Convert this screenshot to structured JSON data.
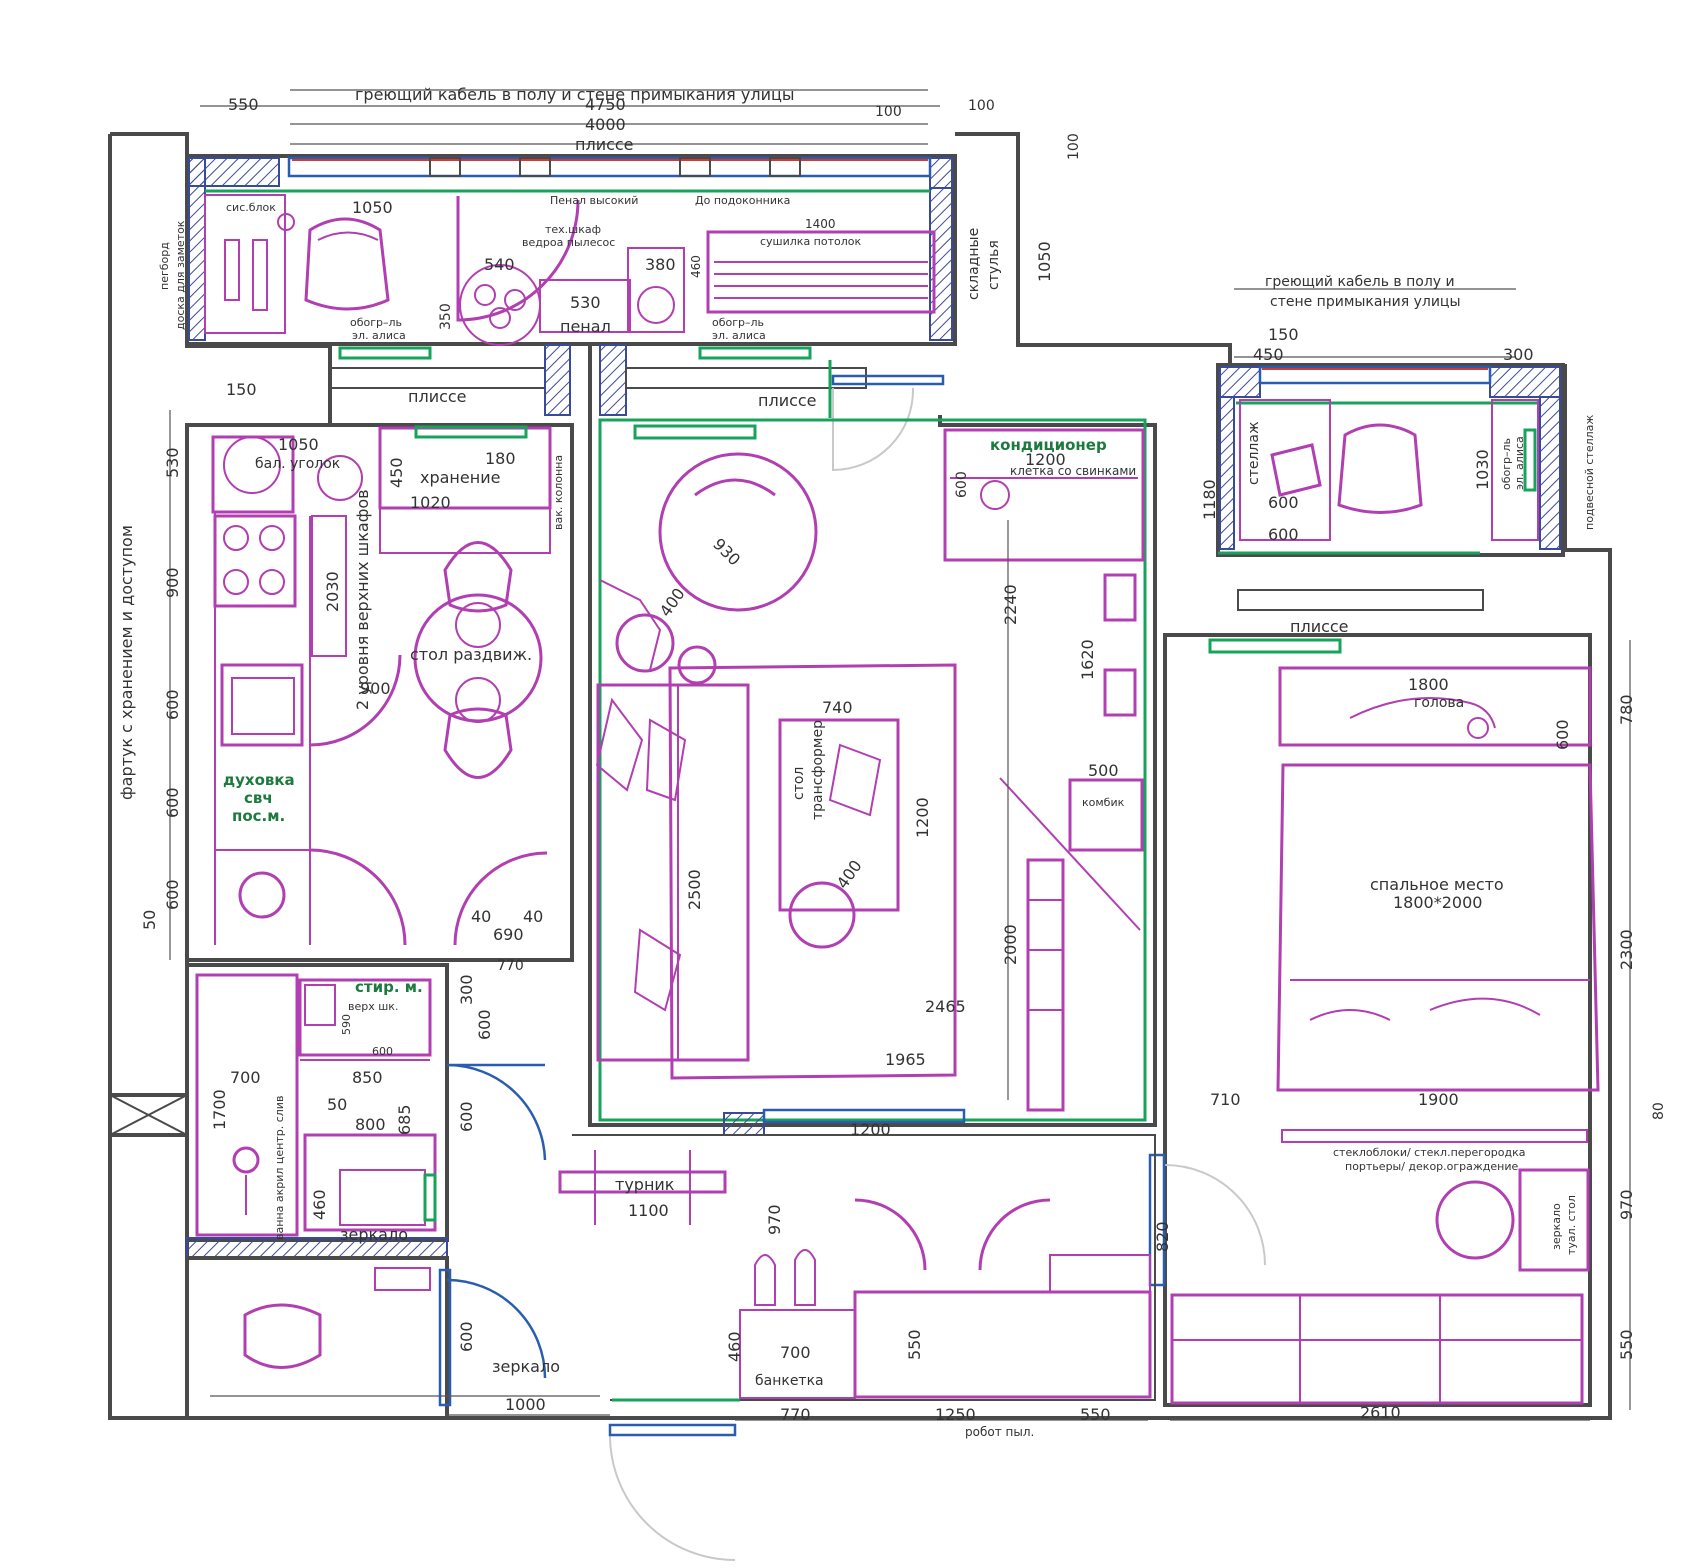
{
  "labels": {
    "heating_cable_top": "греющий кабель в полу и  стене примыкания улицы",
    "heating_cable_right_1": "греющий кабель в полу и",
    "heating_cable_right_2": "стене примыкания улицы",
    "plisse": "плиссе",
    "sis_blok": "сис.блок",
    "pegboard_1": "пегборд",
    "pegboard_2": "доска для заметок",
    "penal_high": "Пенал высокий",
    "to_sill": "До подоконника",
    "tech_cabinet_1": "тех.шкаф",
    "tech_cabinet_2": "ведроа пылесос",
    "dryer_ceiling": "сушилка потолок",
    "penal": "пенал",
    "heater_1": "обогр–ль",
    "heater_2": "эл. алиса",
    "folding_chairs_1": "складные",
    "folding_chairs_2": "стулья",
    "balcony_bag": "бал. уголок",
    "storage": "хранение",
    "vac_column": "вак. колонна",
    "two_levels": "2 уровня верхних шкафов",
    "table_slide": "стол раздвиж.",
    "oven_1": "духовка",
    "oven_2": "свч",
    "oven_3": "пос.м.",
    "soffit": "фартук с хранением и доступом",
    "air_conditioner": "кондиционер",
    "cage": "клетка со свинками",
    "table_transformer_1": "стол",
    "table_transformer_2": "трансформер",
    "combi": "комбик",
    "shelving": "стеллаж",
    "hanging_shelf": "подвесной стеллаж",
    "sleeping_place_1": "спальное место",
    "sleeping_place_2": "1800*2000",
    "head": "голова",
    "glass_blocks_1": "стеклоблоки/ стекл.перегородка",
    "glass_blocks_2": "портьеры/ декор.ограждение",
    "mirror_table_1": "зеркало",
    "mirror_table_2": "туал. стол",
    "washer": "стир. м.",
    "upper_cabinet": "верх шк.",
    "bath": "ванна акрил центр. слив",
    "mirror": "зеркало",
    "pullup_bar": "турник",
    "bench": "банкетка",
    "robot_vacuum": "робот пыл."
  },
  "dims": {
    "d550": "550",
    "d4750": "4750",
    "d4000": "4000",
    "d100a": "100",
    "d100b": "100",
    "d100c": "100",
    "d1050a": "1050",
    "d540": "540",
    "d530": "530",
    "d380": "380",
    "d460a": "460",
    "d1400": "1400",
    "d350": "350",
    "d1050b": "1050",
    "d150a": "150",
    "d1050c": "1050",
    "d180": "180",
    "d450": "450",
    "d1020": "1020",
    "d530b": "530",
    "d900a": "900",
    "d600a": "600",
    "d600b": "600",
    "d600c": "600",
    "d50": "50",
    "d2030": "2030",
    "d900b": "900",
    "d40a": "40",
    "d40b": "40",
    "d690": "690",
    "d770a": "770",
    "d930": "930",
    "d400a": "400",
    "d740": "740",
    "d1200a": "1200",
    "d400b": "400",
    "d2500": "2500",
    "d2465": "2465",
    "d1965": "1965",
    "d1200b": "1200",
    "d2240": "2240",
    "d1620": "1620",
    "d500": "500",
    "d2000": "2000",
    "d1200c": "1200",
    "d600d": "600",
    "d150b": "150",
    "d450b": "450",
    "d300": "300",
    "d1180": "1180",
    "d600e": "600",
    "d600f": "600",
    "d1030": "1030",
    "d1800": "1800",
    "d600g": "600",
    "d780": "780",
    "d2300": "2300",
    "d80": "80",
    "d710": "710",
    "d1900": "1900",
    "d970a": "970",
    "d550b": "550",
    "d2610": "2610",
    "d300b": "300",
    "d600h": "600",
    "d590": "590",
    "d600i": "600",
    "d700a": "700",
    "d1700": "1700",
    "d850": "850",
    "d50b": "50",
    "d800": "800",
    "d685": "685",
    "d460b": "460",
    "d600j": "600",
    "d1100": "1100",
    "d970b": "970",
    "d820": "820",
    "d600k": "600",
    "d1000": "1000",
    "d460c": "460",
    "d700b": "700",
    "d550c": "550",
    "d770b": "770",
    "d1250": "1250",
    "d550d": "550"
  },
  "colors": {
    "furniture": "#b13fb1",
    "walls": "#4a4a4a",
    "glazing": "#2a5db0",
    "green_lines": "#18a35b",
    "heating": "#d23a3a"
  }
}
